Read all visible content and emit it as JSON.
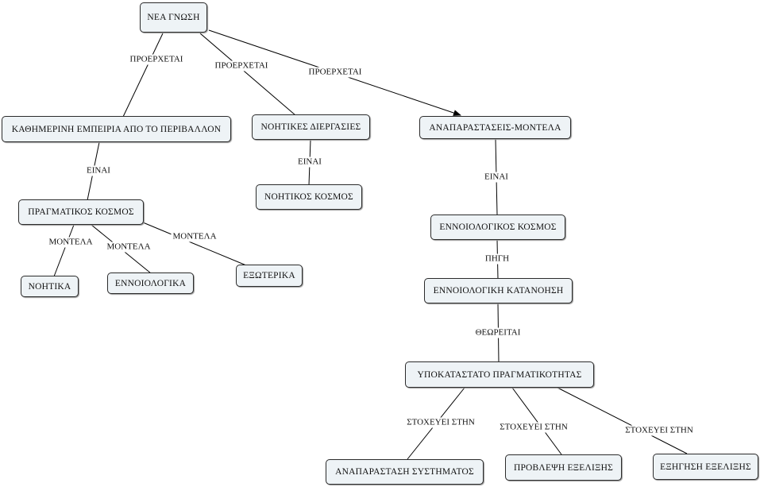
{
  "nodes": {
    "nea_gnosi": "ΝΕΑ ΓΝΩΣΗ",
    "kathimerini": "ΚΑΘΗΜΕΡΙΝΗ ΕΜΠΕΙΡΙΑ ΑΠΟ ΤΟ ΠΕΡΙΒΑΛΛΟΝ",
    "noitikes_diergasies": "ΝΟΗΤΙΚΕΣ ΔΙΕΡΓΑΣΙΕΣ",
    "anaparastaseis": "ΑΝΑΠΑΡΑΣΤΑΣΕΙΣ-ΜΟΝΤΕΛΑ",
    "pragmatikos_kosmos": "ΠΡΑΓΜΑΤΙΚΟΣ ΚΟΣΜΟΣ",
    "noitikos_kosmos": "ΝΟΗΤΙΚΟΣ ΚΟΣΜΟΣ",
    "ennoiologikos_kosmos": "ΕΝΝΟΙΟΛΟΓΙΚΟΣ ΚΟΣΜΟΣ",
    "noitika": "ΝΟΗΤΙΚΑ",
    "ennoiologika": "ΕΝΝΟΙΟΛΟΓΙΚΑ",
    "exoterika": "ΕΞΩΤΕΡΙΚΑ",
    "ennoiologiki_katanoisi": "ΕΝΝΟΙΟΛΟΓΙΚΗ ΚΑΤΑΝΟΗΣΗ",
    "ypokatastato": "ΥΠΟΚΑΤΑΣΤΑΤΟ ΠΡΑΓΜΑΤΙΚΟΤΗΤΑΣ",
    "anaparastasi_systimatos": "ΑΝΑΠΑΡΑΣΤΑΣΗ ΣΥΣΤΗΜΑΤΟΣ",
    "provlepsi": "ΠΡΟΒΛΕΨΗ ΕΞΕΛΙΞΗΣ",
    "exigisi": "ΕΞΗΓΗΣΗ ΕΞΕΛΙΞΗΣ"
  },
  "links": {
    "proerxetai_1": "ΠΡΟΕΡΧΕΤΑΙ",
    "proerxetai_2": "ΠΡΟΕΡΧΕΤΑΙ",
    "proerxetai_3": "ΠΡΟΕΡΧΕΤΑΙ",
    "einai_1": "ΕΙΝΑΙ",
    "einai_2": "ΕΙΝΑΙ",
    "einai_3": "ΕΙΝΑΙ",
    "montela_1": "ΜΟΝΤΕΛΑ",
    "montela_2": "ΜΟΝΤΕΛΑ",
    "montela_3": "ΜΟΝΤΕΛΑ",
    "pigi": "ΠΗΓΗ",
    "theoreitai": "ΘΕΩΡΕΙΤΑΙ",
    "stoxeyei_1": "ΣΤΟΧΕΥΕΙ ΣΤΗΝ",
    "stoxeyei_2": "ΣΤΟΧΕΥΕΙ ΣΤΗΝ",
    "stoxeyei_3": "ΣΤΟΧΕΥΕΙ ΣΤΗΝ"
  },
  "colors": {
    "node_fill": "#eef3f6",
    "line": "#000000"
  }
}
